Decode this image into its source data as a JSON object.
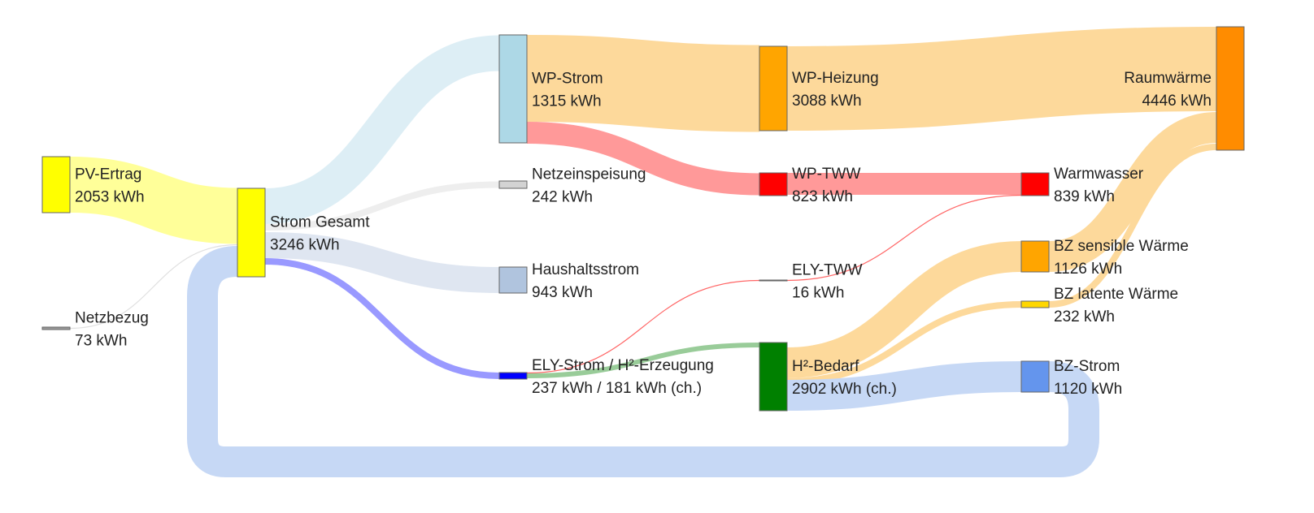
{
  "chart_data": {
    "type": "sankey",
    "unit": "kWh",
    "nodes": [
      {
        "id": "pv",
        "label": "PV-Ertrag",
        "value_label": "2053 kWh",
        "value": 2053,
        "color": "#ffff00"
      },
      {
        "id": "netzbezug",
        "label": "Netzbezug",
        "value_label": "73 kWh",
        "value": 73,
        "color": "#999999"
      },
      {
        "id": "strom",
        "label": "Strom Gesamt",
        "value_label": "3246 kWh",
        "value": 3246,
        "color": "#ffff00"
      },
      {
        "id": "wpstrom",
        "label": "WP-Strom",
        "value_label": "1315 kWh",
        "value": 1315,
        "color": "#add8e6"
      },
      {
        "id": "netzein",
        "label": "Netzeinspeisung",
        "value_label": "242 kWh",
        "value": 242,
        "color": "#d3d3d3"
      },
      {
        "id": "haushalt",
        "label": "Haushaltsstrom",
        "value_label": "943 kWh",
        "value": 943,
        "color": "#b0c4de"
      },
      {
        "id": "ely",
        "label": "ELY-Strom / H²-Erzeugung",
        "value_label": "237 kWh / 181 kWh (ch.)",
        "value": 237,
        "color": "#0000ff"
      },
      {
        "id": "wpheiz",
        "label": "WP-Heizung",
        "value_label": "3088 kWh",
        "value": 3088,
        "color": "#ffa500"
      },
      {
        "id": "wptww",
        "label": "WP-TWW",
        "value_label": "823 kWh",
        "value": 823,
        "color": "#ff0000"
      },
      {
        "id": "elytww",
        "label": "ELY-TWW",
        "value_label": "16 kWh",
        "value": 16,
        "color": "#ff6666"
      },
      {
        "id": "h2",
        "label": "H²-Bedarf",
        "value_label": "2902 kWh (ch.)",
        "value": 2902,
        "color": "#008000"
      },
      {
        "id": "raum",
        "label": "Raumwärme",
        "value_label": "4446 kWh",
        "value": 4446,
        "color": "#ff8c00"
      },
      {
        "id": "ww",
        "label": "Warmwasser",
        "value_label": "839 kWh",
        "value": 839,
        "color": "#ff0000"
      },
      {
        "id": "bzsens",
        "label": "BZ sensible Wärme",
        "value_label": "1126 kWh",
        "value": 1126,
        "color": "#ffa500"
      },
      {
        "id": "bzlat",
        "label": "BZ latente Wärme",
        "value_label": "232 kWh",
        "value": 232,
        "color": "#ffd700"
      },
      {
        "id": "bzstrom",
        "label": "BZ-Strom",
        "value_label": "1120 kWh",
        "value": 1120,
        "color": "#6495ed"
      }
    ],
    "links": [
      {
        "source": "pv",
        "target": "strom",
        "value": 2053,
        "color": "#ffff99"
      },
      {
        "source": "netzbezug",
        "target": "strom",
        "value": 73,
        "color": "#e0e0e0"
      },
      {
        "source": "bzstrom",
        "target": "strom",
        "value": 1120,
        "color": "#c6d8f5"
      },
      {
        "source": "strom",
        "target": "wpstrom",
        "value": 1315,
        "color": "#ddeef5"
      },
      {
        "source": "strom",
        "target": "netzein",
        "value": 242,
        "color": "#eeeeee"
      },
      {
        "source": "strom",
        "target": "haushalt",
        "value": 943,
        "color": "#dfe6f1"
      },
      {
        "source": "strom",
        "target": "ely",
        "value": 237,
        "color": "#9999ff"
      },
      {
        "source": "wpstrom",
        "target": "wpheiz",
        "value": 3088,
        "color": "#fdd99b"
      },
      {
        "source": "wpstrom",
        "target": "wptww",
        "value": 823,
        "color": "#ff9999"
      },
      {
        "source": "wpheiz",
        "target": "raum",
        "value": 3088,
        "color": "#fdd99b"
      },
      {
        "source": "wptww",
        "target": "ww",
        "value": 823,
        "color": "#ff9999"
      },
      {
        "source": "ely",
        "target": "elytww",
        "value": 16,
        "color": "#ff6666"
      },
      {
        "source": "elytww",
        "target": "ww",
        "value": 16,
        "color": "#ff6666"
      },
      {
        "source": "ely",
        "target": "h2",
        "value": 181,
        "color": "#99cc99"
      },
      {
        "source": "h2",
        "target": "bzsens",
        "value": 1126,
        "color": "#fdd99b"
      },
      {
        "source": "h2",
        "target": "bzlat",
        "value": 232,
        "color": "#fdd99b"
      },
      {
        "source": "h2",
        "target": "bzstrom",
        "value": 1120,
        "color": "#c6d8f5"
      },
      {
        "source": "bzsens",
        "target": "raum",
        "value": 1126,
        "color": "#fdd99b"
      },
      {
        "source": "bzlat",
        "target": "raum",
        "value": 232,
        "color": "#fdd99b"
      }
    ]
  }
}
